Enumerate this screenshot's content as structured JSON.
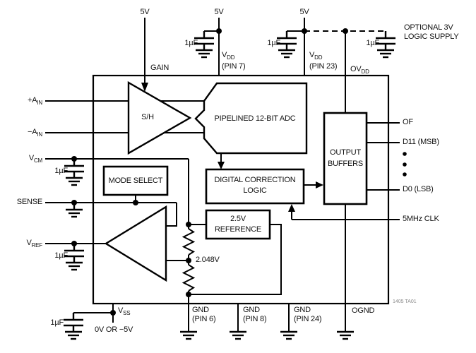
{
  "note": "1405 TA01",
  "supplies": {
    "v5_gain": "5V",
    "v5_vdd7": "5V",
    "v5_vdd23": "5V",
    "cap_vdd7": "1µF",
    "cap_vdd23": "1µF",
    "cap_optional": "1µF",
    "cap_vcm": "1µF",
    "cap_vref": "1µF",
    "cap_vss": "1µF",
    "optional_line1": "OPTIONAL 3V",
    "optional_line2": "LOGIC SUPPLY",
    "vss_value": "0V OR −5V"
  },
  "pins": {
    "gain": "GAIN",
    "vdd7": {
      "pre": "V",
      "sub": "DD",
      "pin": "(PIN 7)"
    },
    "vdd23": {
      "pre": "V",
      "sub": "DD",
      "pin": "(PIN 23)"
    },
    "ovdd": {
      "pre": "OV",
      "sub": "DD"
    },
    "ain_pos": {
      "pre": "+A",
      "sub": "IN"
    },
    "ain_neg": {
      "pre": "−A",
      "sub": "IN"
    },
    "vcm": {
      "pre": "V",
      "sub": "CM"
    },
    "sense": "SENSE",
    "vref": {
      "pre": "V",
      "sub": "REF"
    },
    "vss": {
      "pre": "V",
      "sub": "SS"
    },
    "gnd6": {
      "l1": "GND",
      "l2": "(PIN 6)"
    },
    "gnd8": {
      "l1": "GND",
      "l2": "(PIN 8)"
    },
    "gnd24": {
      "l1": "GND",
      "l2": "(PIN 24)"
    },
    "ognd": "OGND",
    "of": "OF",
    "d11": "D11 (MSB)",
    "d0": "D0 (LSB)",
    "clk": "5MHz CLK"
  },
  "blocks": {
    "sh": "S/H",
    "adc": "PIPELINED 12-BIT ADC",
    "dcl_l1": "DIGITAL CORRECTION",
    "dcl_l2": "LOGIC",
    "ref_l1": "2.5V",
    "ref_l2": "REFERENCE",
    "mode": "MODE SELECT",
    "buf_l1": "OUTPUT",
    "buf_l2": "BUFFERS"
  },
  "values": {
    "ref_tap": "2.048V"
  },
  "colors": {
    "line": "#000000",
    "background": "#ffffff",
    "note_text": "#8a8a8a"
  }
}
